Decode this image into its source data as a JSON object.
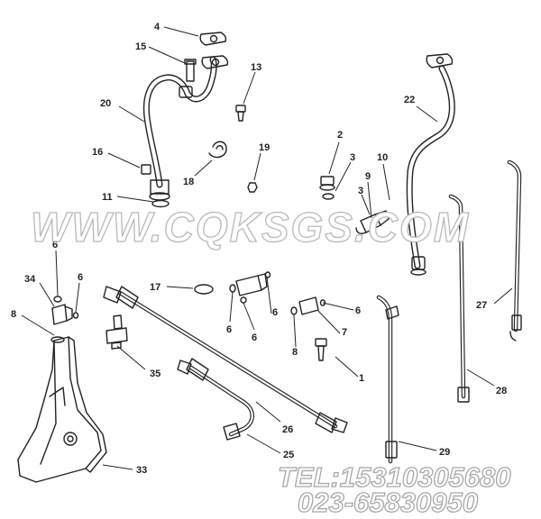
{
  "watermark": {
    "site": "WWW.CQKSGS.COM",
    "tel": "TEL:15310305680",
    "phone": "023-65830950"
  },
  "callouts": {
    "c4": "4",
    "c15": "15",
    "c13": "13",
    "c20": "20",
    "c16": "16",
    "c11": "11",
    "c18": "18",
    "c19": "19",
    "c2": "2",
    "c3a": "3",
    "c3b": "3",
    "c9": "9",
    "c10": "10",
    "c22": "22",
    "c27": "27",
    "c28": "28",
    "c6a": "6",
    "c34": "34",
    "c6b": "6",
    "c8a": "8",
    "c17": "17",
    "c6c": "6",
    "c6d": "6",
    "c6e": "6",
    "c6f": "6",
    "c7": "7",
    "c8b": "8",
    "c1": "1",
    "c35": "35",
    "c26": "26",
    "c25": "25",
    "c29": "29",
    "c33": "33"
  }
}
